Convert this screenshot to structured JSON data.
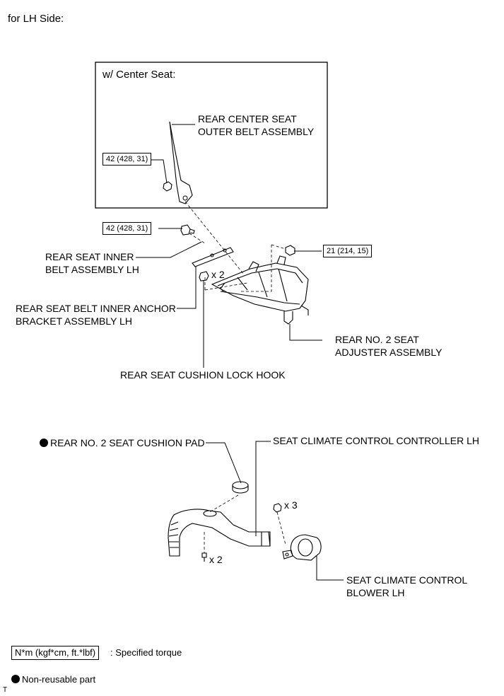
{
  "header": {
    "side_label": "for LH Side:"
  },
  "inset": {
    "label": "w/ Center Seat:"
  },
  "labels": {
    "rear_center_belt_1": "REAR CENTER SEAT",
    "rear_center_belt_2": "OUTER BELT ASSEMBLY",
    "inner_belt_1": "REAR SEAT INNER",
    "inner_belt_2": "BELT ASSEMBLY LH",
    "anchor_1": "REAR SEAT BELT INNER ANCHOR",
    "anchor_2": "BRACKET ASSEMBLY LH",
    "adjuster_1": "REAR NO. 2 SEAT",
    "adjuster_2": "ADJUSTER ASSEMBLY",
    "lock_hook": "REAR SEAT CUSHION LOCK HOOK",
    "cushion_pad": "REAR NO. 2 SEAT CUSHION PAD",
    "controller": "SEAT CLIMATE CONTROL CONTROLLER LH",
    "blower_1": "SEAT CLIMATE CONTROL",
    "blower_2": "BLOWER LH"
  },
  "torques": {
    "inset_bolt": "42 (428, 31)",
    "belt_bolt": "42 (428, 31)",
    "adjuster_nut": "21 (214, 15)"
  },
  "quantities": {
    "hook": "x 2",
    "nut": "x 3",
    "screw": "x 2"
  },
  "legend": {
    "torque_unit": "N*m (kgf*cm, ft.*lbf)",
    "torque_desc": ": Specified torque",
    "nonreusable": "Non-reusable part"
  },
  "footer": {
    "mark": "T"
  }
}
